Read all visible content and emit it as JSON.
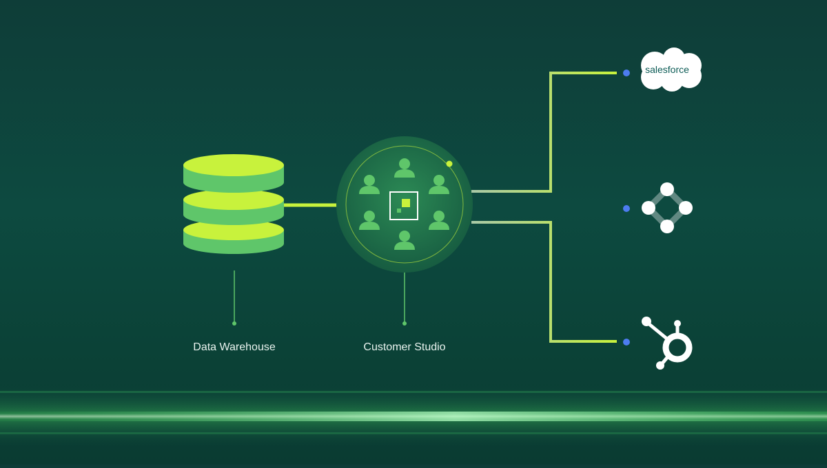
{
  "nodes": {
    "warehouse_label": "Data Warehouse",
    "studio_label": "Customer Studio"
  },
  "destinations": [
    {
      "name": "salesforce",
      "logo_text": "salesforce",
      "icon": "salesforce-cloud-icon"
    },
    {
      "name": "diamond-app",
      "icon": "diamond-dots-icon"
    },
    {
      "name": "hubspot",
      "icon": "hubspot-sprocket-icon"
    }
  ],
  "colors": {
    "background": "#0d4a40",
    "accent_lime": "#c8f23c",
    "accent_green": "#5fc66a",
    "connector_dot": "#4d7cf0",
    "text": "#e9f3ef"
  }
}
